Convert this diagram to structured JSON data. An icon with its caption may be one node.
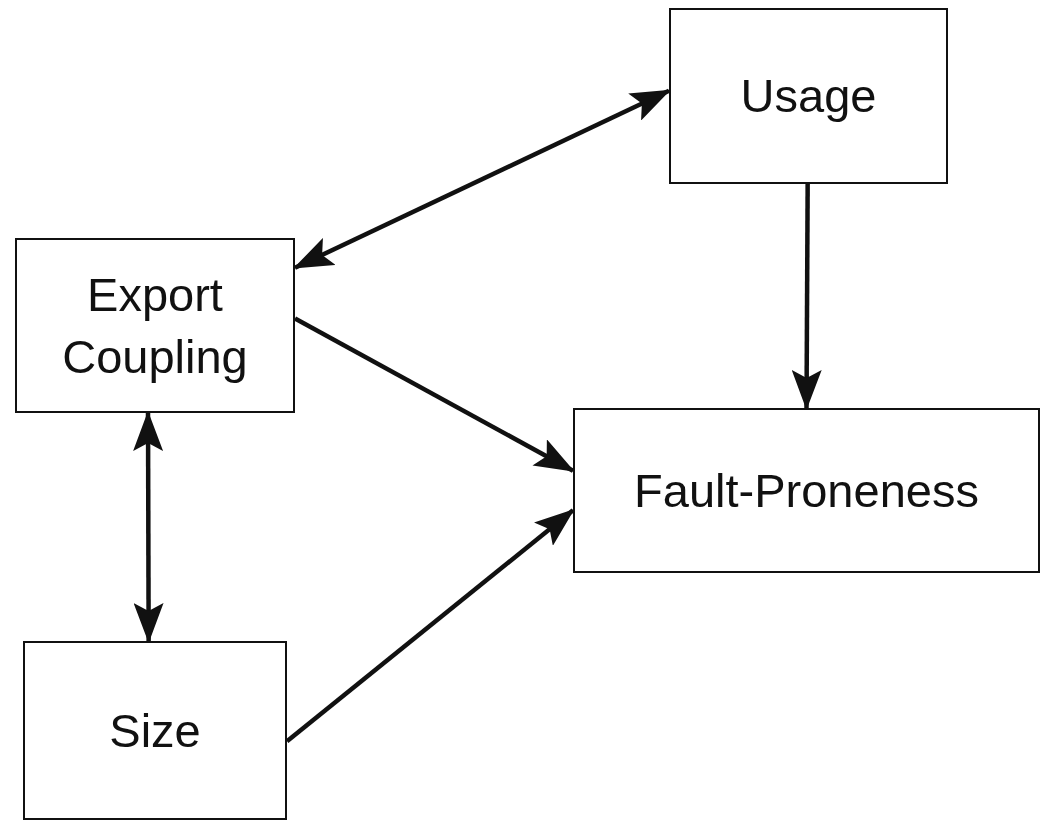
{
  "diagram": {
    "nodes": [
      {
        "text": [
          "Usage"
        ]
      },
      {
        "text": [
          "Export Coupling"
        ]
      },
      {
        "text": [
          "Fault-Proneness"
        ]
      },
      {
        "text": [
          "Size"
        ]
      }
    ],
    "edges": [
      {
        "from": 0,
        "to": 1,
        "arrow": "both"
      },
      {
        "from": 0,
        "to": 2,
        "arrow": "to"
      },
      {
        "from": 1,
        "to": 2,
        "arrow": "to"
      },
      {
        "from": 1,
        "to": 3,
        "arrow": "both"
      },
      {
        "from": 3,
        "to": 2,
        "arrow": "to"
      }
    ]
  }
}
